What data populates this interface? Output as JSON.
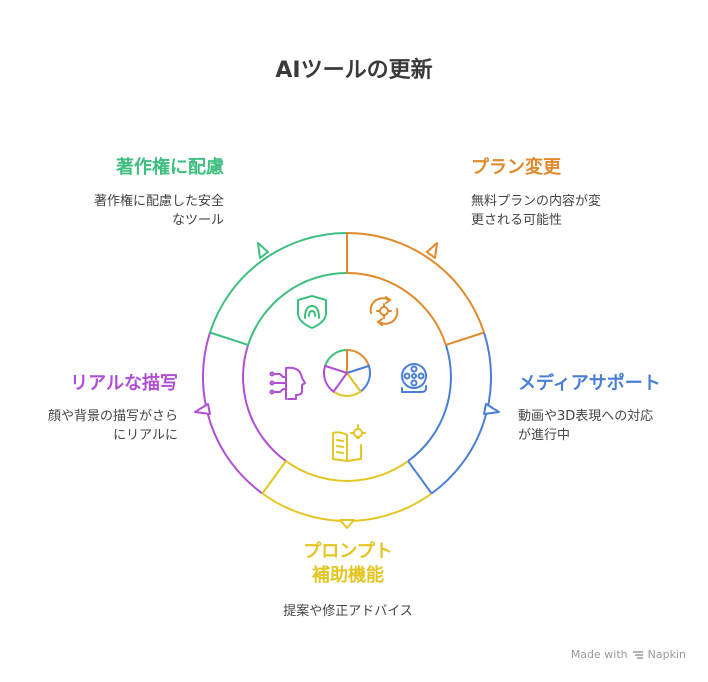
{
  "title": "AIツールの更新",
  "items": [
    {
      "heading": "著作権に配慮",
      "desc_lines": [
        "著作権に配慮した安全",
        "なツール"
      ],
      "color": "#3fbf7f",
      "icon": "shield-icon"
    },
    {
      "heading": "プラン変更",
      "desc_lines": [
        "無料プランの内容が変",
        "更される可能性"
      ],
      "color": "#e08a2c",
      "icon": "cycle-gear-icon"
    },
    {
      "heading": "メディアサポート",
      "desc_lines": [
        "動画や3D表現への対応",
        "が進行中"
      ],
      "color": "#4a7fd8",
      "icon": "film-reel-icon"
    },
    {
      "heading_lines": [
        "プロンプト",
        "補助機能"
      ],
      "desc_lines": [
        "提案や修正アドバイス"
      ],
      "color": "#e3c623",
      "icon": "book-bulb-icon"
    },
    {
      "heading": "リアルな描写",
      "desc_lines": [
        "顔や背景の描写がさら",
        "にリアルに"
      ],
      "color": "#b04fd6",
      "icon": "ai-head-icon"
    }
  ],
  "footer": {
    "made_with": "Made with",
    "brand": "Napkin"
  }
}
